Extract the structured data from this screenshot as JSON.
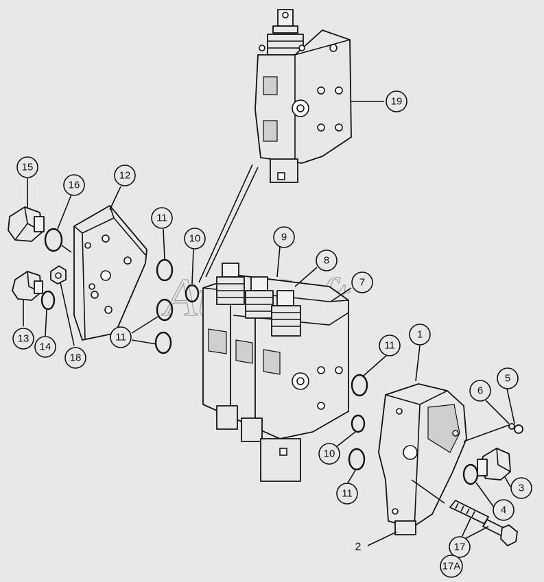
{
  "watermark": "AutoSoft",
  "callouts": [
    {
      "id": "c1",
      "label": "1"
    },
    {
      "id": "c3",
      "label": "3"
    },
    {
      "id": "c4",
      "label": "4"
    },
    {
      "id": "c5",
      "label": "5"
    },
    {
      "id": "c6",
      "label": "6"
    },
    {
      "id": "c7",
      "label": "7"
    },
    {
      "id": "c8",
      "label": "8"
    },
    {
      "id": "c9",
      "label": "9"
    },
    {
      "id": "c10a",
      "label": "10"
    },
    {
      "id": "c10b",
      "label": "10"
    },
    {
      "id": "c11a",
      "label": "11"
    },
    {
      "id": "c11b",
      "label": "11"
    },
    {
      "id": "c11c",
      "label": "11"
    },
    {
      "id": "c11d",
      "label": "11"
    },
    {
      "id": "c12",
      "label": "12"
    },
    {
      "id": "c13",
      "label": "13"
    },
    {
      "id": "c14",
      "label": "14"
    },
    {
      "id": "c15",
      "label": "15"
    },
    {
      "id": "c16",
      "label": "16"
    },
    {
      "id": "c17",
      "label": "17"
    },
    {
      "id": "c17a",
      "label": "17A"
    },
    {
      "id": "c18",
      "label": "18"
    },
    {
      "id": "c19",
      "label": "19"
    }
  ],
  "plain_labels": [
    {
      "id": "p2",
      "label": "2"
    }
  ]
}
